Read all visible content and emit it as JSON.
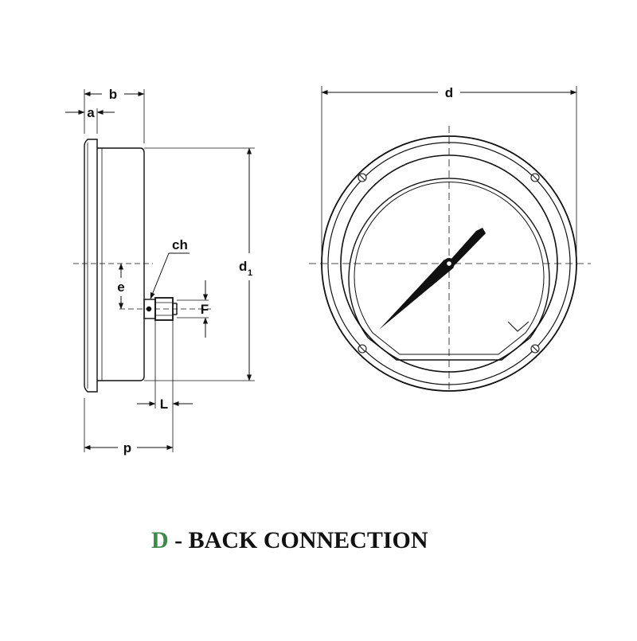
{
  "colors": {
    "line": "#111111",
    "accent": "#3e8a4a",
    "background": "#ffffff"
  },
  "labels": {
    "a": "a",
    "b": "b",
    "ch": "ch",
    "e": "e",
    "F": "F",
    "L": "L",
    "p": "p",
    "d": "d",
    "d1_main": "d",
    "d1_sub": "1"
  },
  "caption": {
    "letter": "D",
    "text": " - BACK CONNECTION"
  }
}
